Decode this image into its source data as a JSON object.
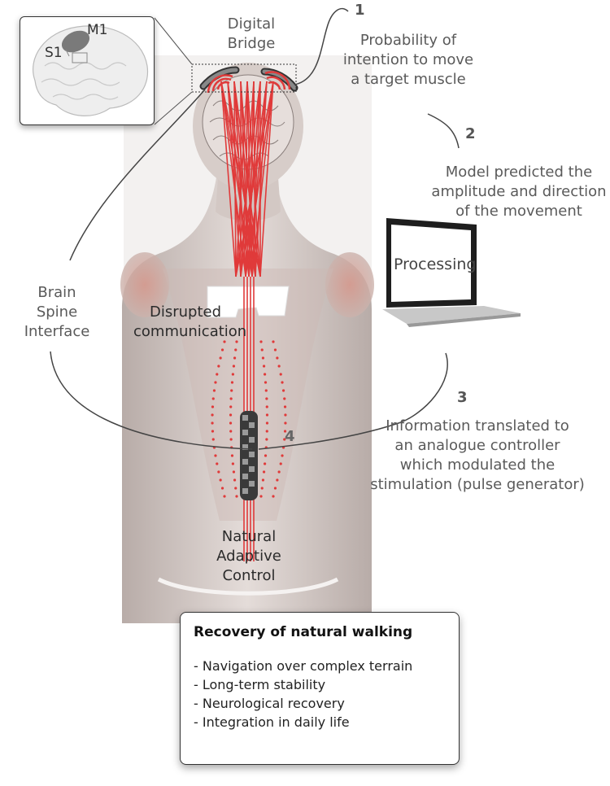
{
  "labels": {
    "digital_bridge": [
      "Digital",
      "Bridge"
    ],
    "step1_number": "1",
    "step1_text": [
      "Probability of",
      "intention to move",
      "a target muscle"
    ],
    "step2_number": "2",
    "step2_text": [
      "Model predicted the",
      "amplitude and direction",
      "of the movement"
    ],
    "processing": "Processing",
    "step3_number": "3",
    "step3_text": [
      "Information translated to",
      "an analogue controller",
      "which modulated the",
      "stimulation (pulse generator)"
    ],
    "step4_number": "4",
    "bsi": [
      "Brain",
      "Spine",
      "Interface"
    ],
    "disrupted": [
      "Disrupted",
      "communication"
    ],
    "natural_control": [
      "Natural",
      "Adaptive",
      "Control"
    ],
    "brain_m1": "M1",
    "brain_s1": "S1"
  },
  "summary": {
    "title": "Recovery of natural walking",
    "items": [
      "- Navigation over complex terrain",
      "- Long-term stability",
      "- Neurological recovery",
      "- Integration in daily life"
    ]
  },
  "colors": {
    "nerve_red": "#e03a3a",
    "skin": "#d9cfcb",
    "line": "#444444"
  }
}
